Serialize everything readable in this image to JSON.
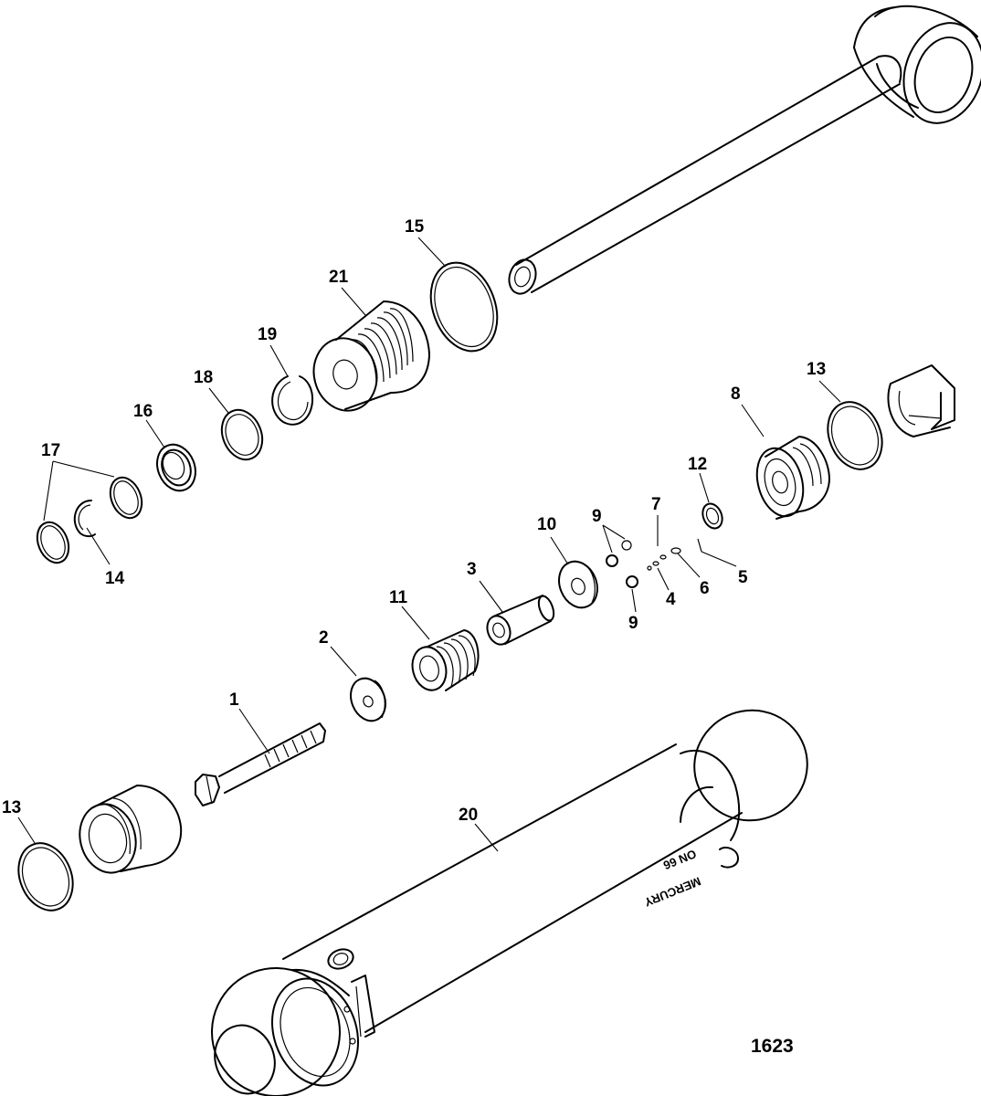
{
  "figure_number": "1623",
  "callouts": {
    "c1": "1",
    "c2": "2",
    "c3": "3",
    "c4": "4",
    "c5": "5",
    "c6": "6",
    "c7": "7",
    "c8": "8",
    "c9a": "9",
    "c9b": "9",
    "c10": "10",
    "c11": "11",
    "c12": "12",
    "c13a": "13",
    "c13b": "13",
    "c14": "14",
    "c15": "15",
    "c16": "16",
    "c17": "17",
    "c18": "18",
    "c19": "19",
    "c20": "20",
    "c21": "21"
  },
  "housing_stamp": {
    "line1": "ON 66",
    "line2": "MERCURY"
  }
}
